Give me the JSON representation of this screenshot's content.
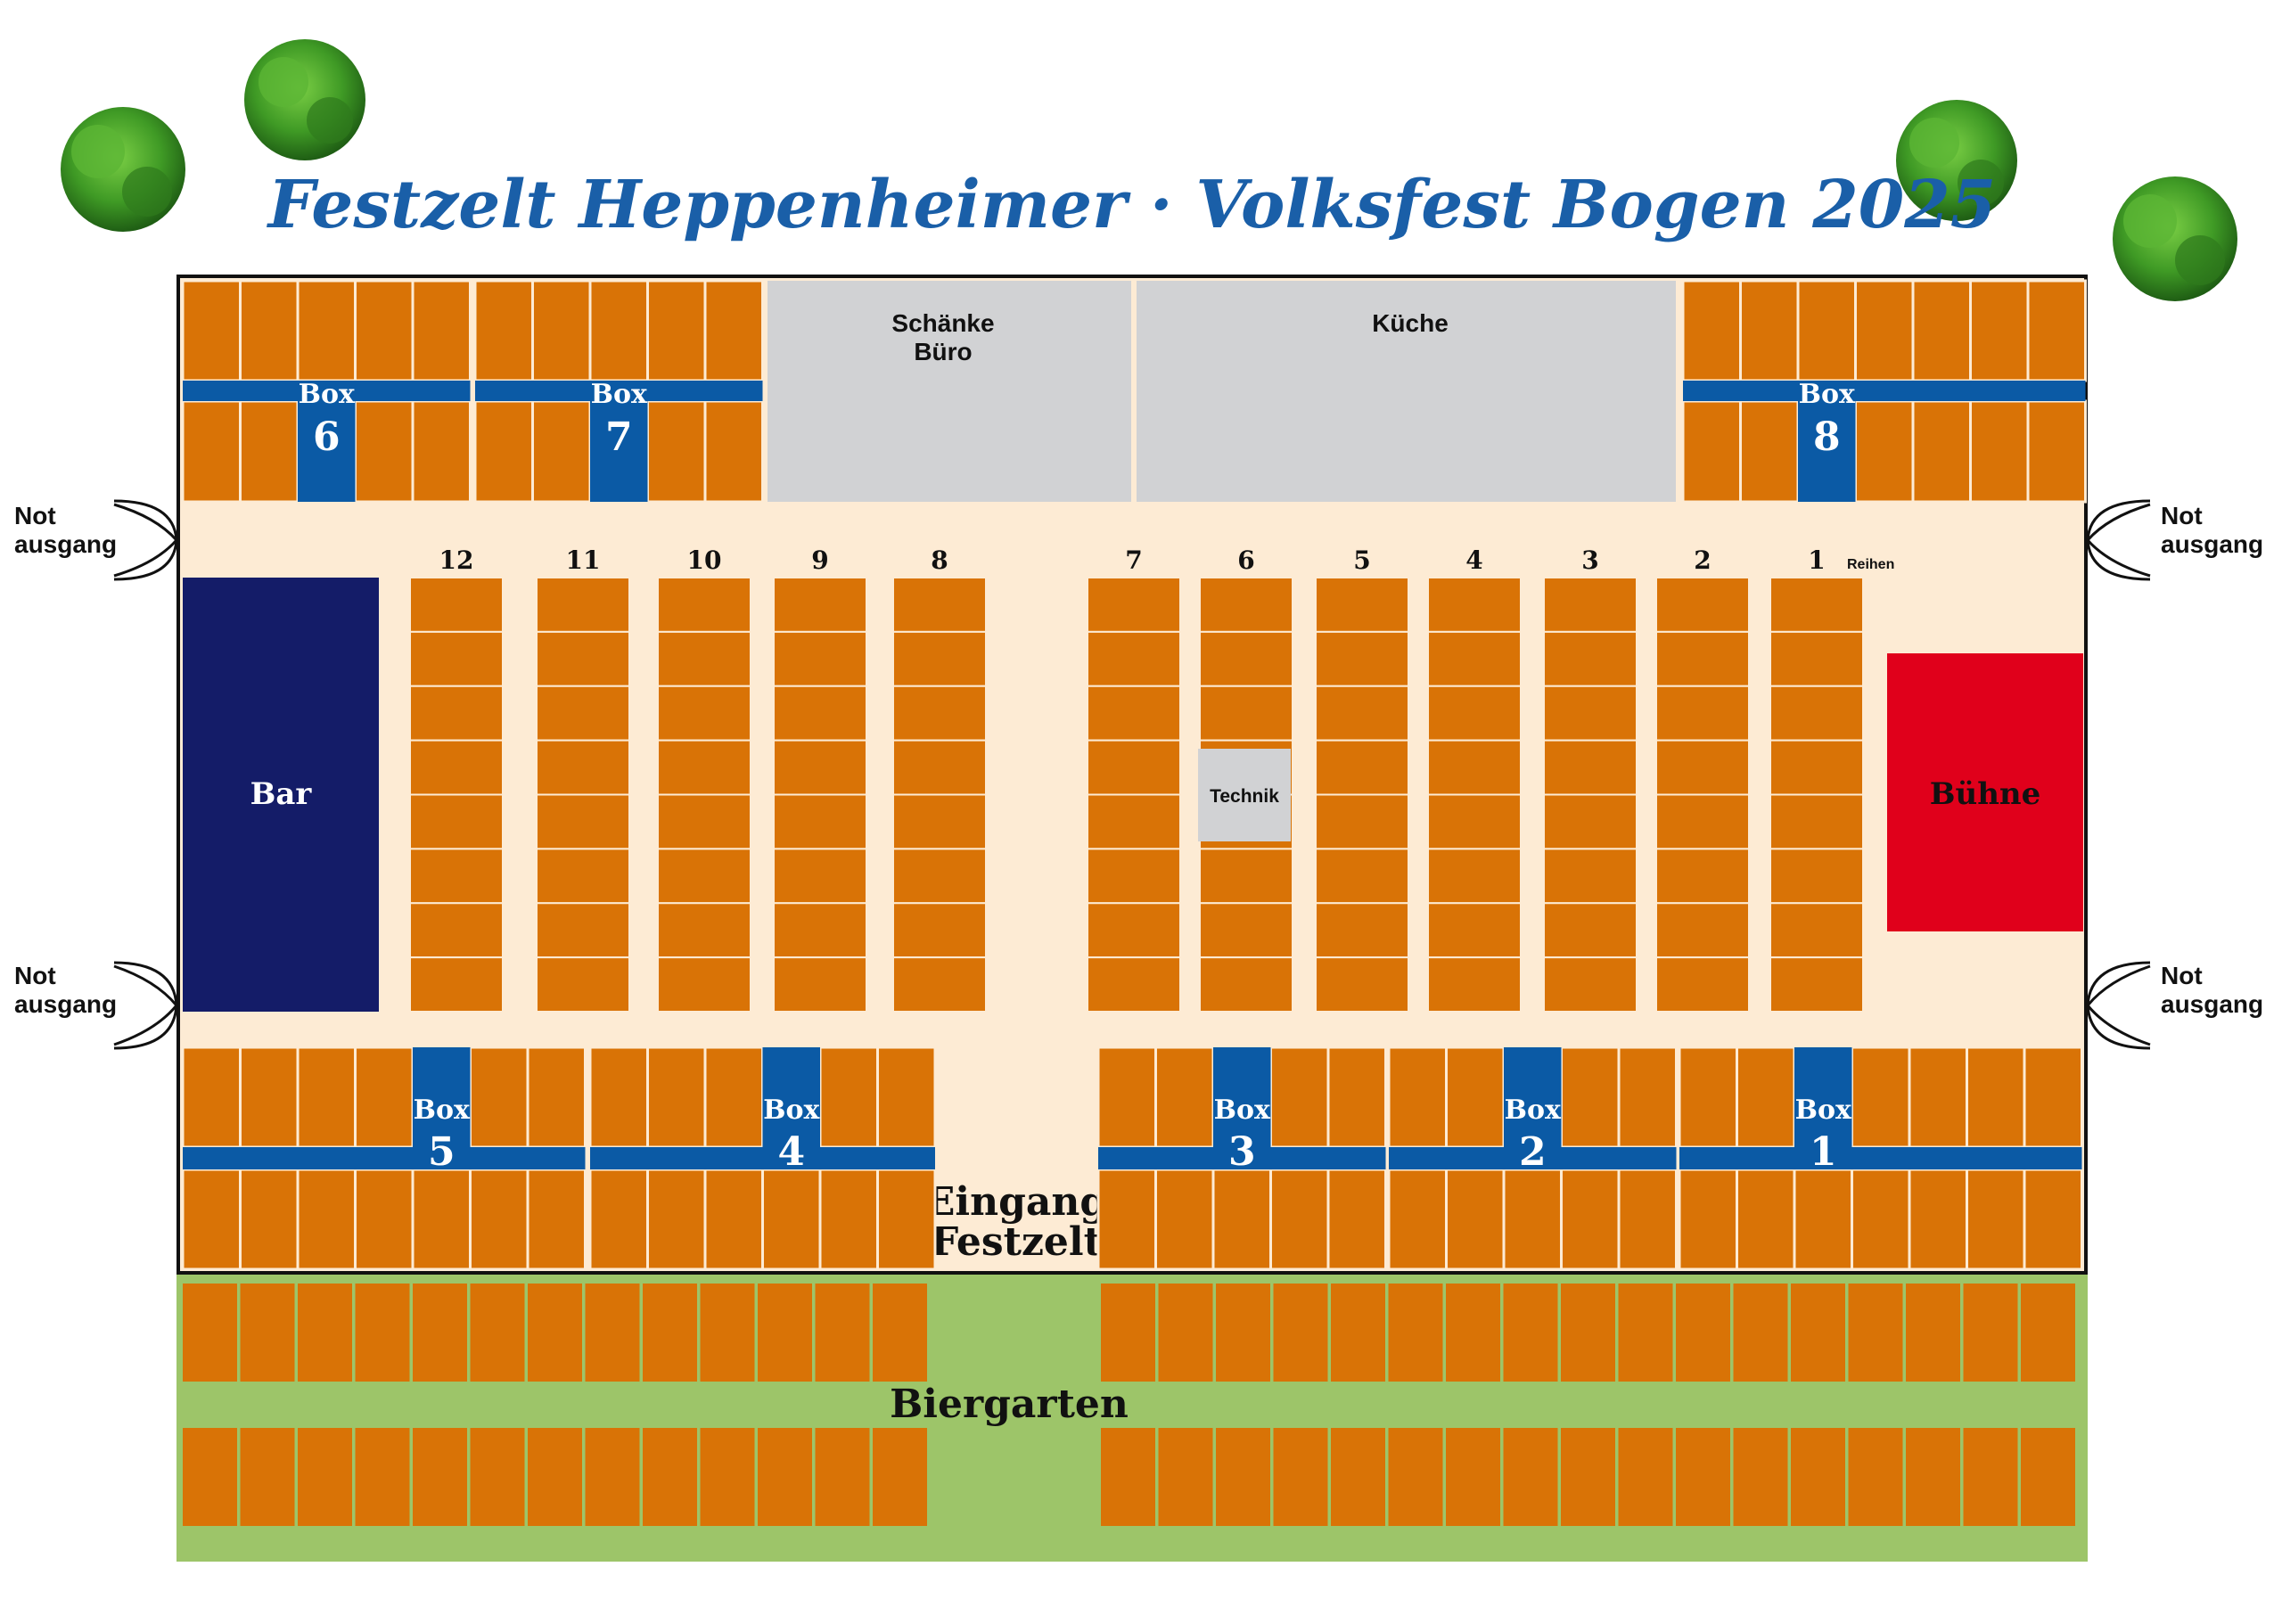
{
  "title": "Festzelt Heppenheimer · Volksfest Bogen 2025",
  "colors": {
    "title": "#1a5fa8",
    "table": "#d97306",
    "box": "#0b5aa5",
    "floor": "#fdebd4",
    "service": "#d1d2d4",
    "bar": "#141c68",
    "stage": "#e0001b",
    "garden": "#9dc569",
    "outline": "#111111"
  },
  "areas": {
    "schaenke_line1": "Schänke",
    "schaenke_line2": "Büro",
    "kueche": "Küche",
    "bar": "Bar",
    "buehne": "Bühne",
    "technik": "Technik",
    "eingang_line1": "Eingang",
    "eingang_line2": "Festzelt",
    "biergarten": "Biergarten"
  },
  "exits": {
    "line1": "Not",
    "line2": "ausgang"
  },
  "rows": {
    "label": "Reihen",
    "numbers": [
      "12",
      "11",
      "10",
      "9",
      "8",
      "7",
      "6",
      "5",
      "4",
      "3",
      "2",
      "1"
    ]
  },
  "boxes": {
    "word": "Box",
    "top": [
      "6",
      "7",
      "8"
    ],
    "bottom": [
      "5",
      "4",
      "3",
      "2",
      "1"
    ]
  },
  "trees": [
    "tree-icon",
    "tree-icon",
    "tree-icon",
    "tree-icon"
  ]
}
